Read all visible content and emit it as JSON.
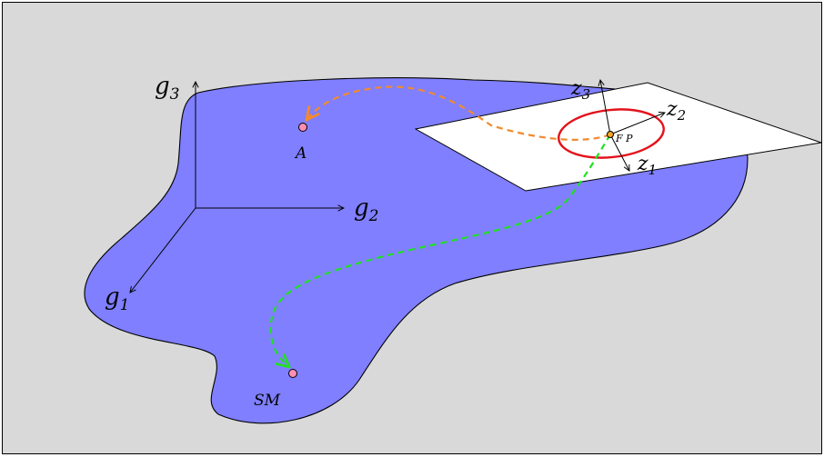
{
  "colors": {
    "background": "#d9d9d9",
    "manifold": "#7f7fff",
    "tangent_plane": "#ffffff",
    "circle": "#e3121b",
    "path_to_A": "#f28a2e",
    "path_to_SM": "#22e022",
    "point_fill": "#ff8fb1",
    "stroke": "#000000"
  },
  "axes_g": {
    "g1": "g",
    "g1_sub": "1",
    "g2": "g",
    "g2_sub": "2",
    "g3": "g",
    "g3_sub": "3"
  },
  "axes_z": {
    "z1": "z",
    "z1_sub": "1",
    "z2": "z",
    "z2_sub": "2",
    "z3": "z",
    "z3_sub": "3"
  },
  "points": {
    "A": "A",
    "SM": "SM",
    "FP": "F P"
  }
}
